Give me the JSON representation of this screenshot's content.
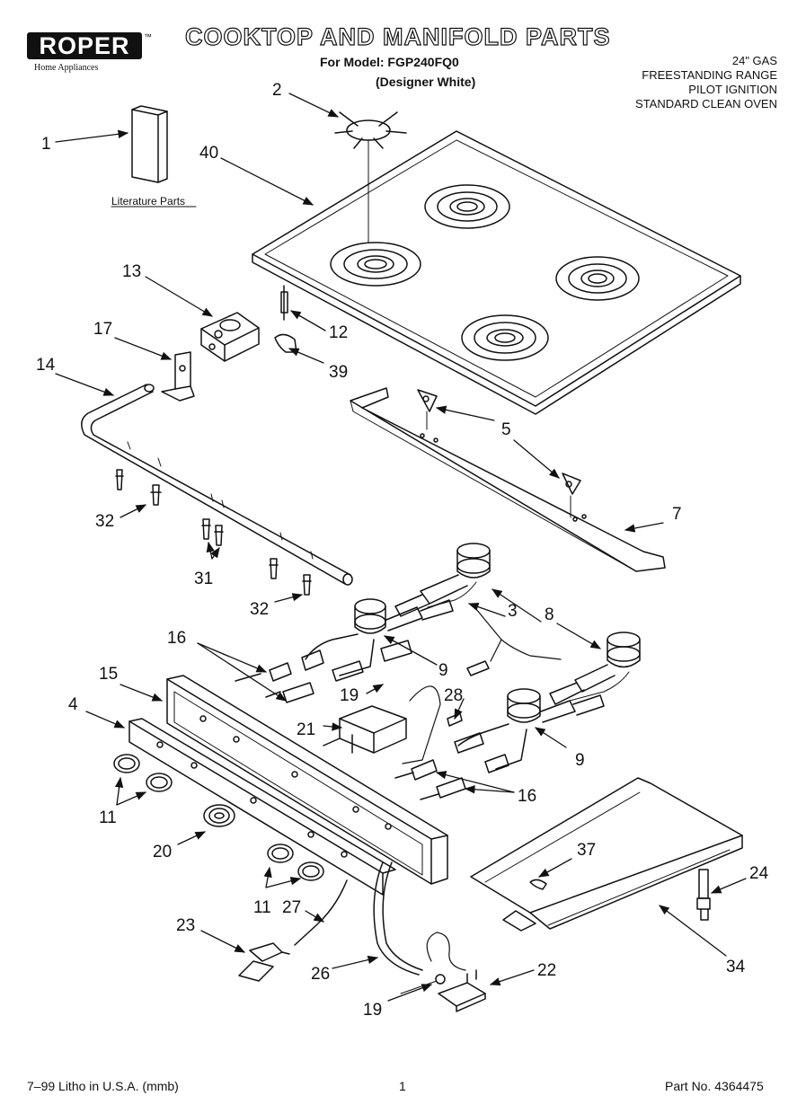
{
  "brand": {
    "name": "ROPER",
    "tm": "™",
    "tagline": "Home Appliances"
  },
  "header": {
    "title": "COOKTOP AND MANIFOLD PARTS",
    "model_line": "For Model: FGP240FQ0",
    "color_line": "(Designer White)"
  },
  "spec_lines": [
    "24\" GAS",
    "FREESTANDING RANGE",
    "PILOT IGNITION",
    "STANDARD CLEAN OVEN"
  ],
  "literature_label": "Literature Parts",
  "callouts": {
    "c1": "1",
    "c2": "2",
    "c3": "3",
    "c4": "4",
    "c5": "5",
    "c7": "7",
    "c8": "8",
    "c9a": "9",
    "c9b": "9",
    "c11a": "11",
    "c11b": "11",
    "c12": "12",
    "c13": "13",
    "c14": "14",
    "c15": "15",
    "c16a": "16",
    "c16b": "16",
    "c17": "17",
    "c19a": "19",
    "c19b": "19",
    "c20": "20",
    "c21": "21",
    "c22": "22",
    "c23": "23",
    "c24": "24",
    "c26": "26",
    "c27": "27",
    "c28": "28",
    "c31": "31",
    "c32a": "32",
    "c32b": "32",
    "c34": "34",
    "c37": "37",
    "c39": "39",
    "c40": "40"
  },
  "footer": {
    "left": "7–99 Litho in U.S.A. (mmb)",
    "page": "1",
    "part_no": "Part No. 4364475"
  }
}
